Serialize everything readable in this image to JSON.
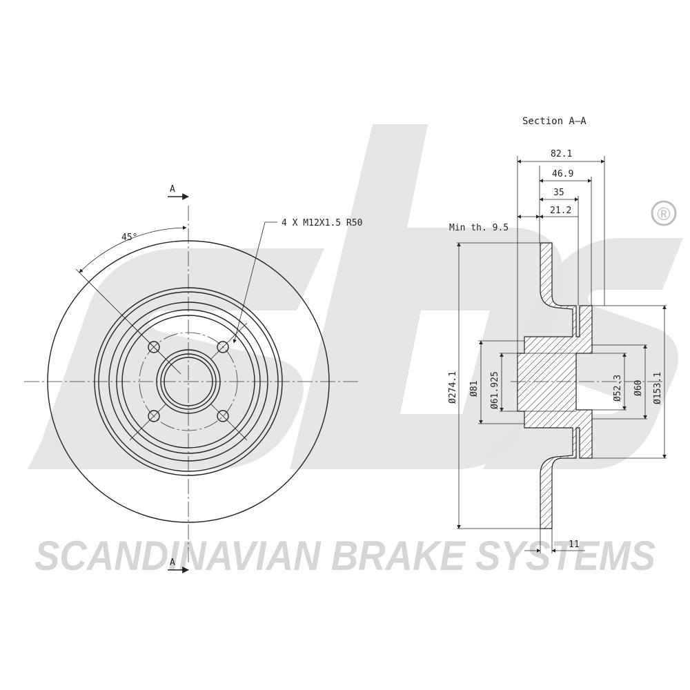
{
  "watermark": {
    "logo_text": "sbs",
    "registered_mark": "®",
    "brand_line": "SCANDINAVIAN BRAKE SYSTEMS"
  },
  "front_view": {
    "section_marker_top": "A",
    "section_marker_bottom": "A",
    "angle_label": "45°",
    "bolt_callout": "4 X M12X1.5 R50"
  },
  "section_view": {
    "title": "Section A–A",
    "dims": {
      "overall_width": "82.1",
      "width_2": "46.9",
      "width_3": "35",
      "width_4": "21.2",
      "min_thickness": "Min th. 9.5",
      "dia_outer": "Ø274.1",
      "dia_81": "Ø81",
      "dia_61925": "Ø61.925",
      "dia_523": "Ø52.3",
      "dia_60": "Ø60",
      "dia_1531": "Ø153.1",
      "thickness_bottom": "11"
    }
  }
}
